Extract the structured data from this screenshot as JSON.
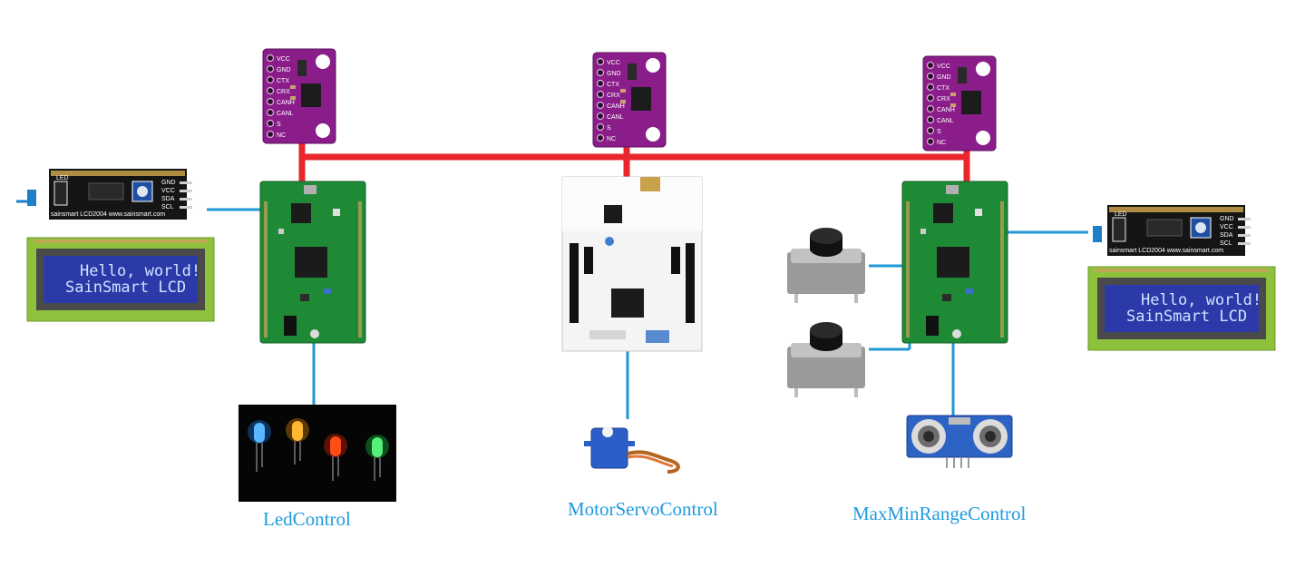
{
  "colors": {
    "can_bus": "#e8262b",
    "wire": "#1f9ad6",
    "caption": "#1e9be0",
    "transceiver": "#8a1d8a",
    "board": "#1f8a36",
    "lcd_screen": "#2b3aa8",
    "lcd_frame": "#8fc23c",
    "i2c_module": "#151515"
  },
  "transceiver": {
    "pins": [
      "VCC",
      "GND",
      "CTX",
      "CRX",
      "CANH",
      "CANL",
      "S",
      "NC"
    ]
  },
  "lcd": {
    "line1": "Hello, world!",
    "line2": "SainSmart LCD",
    "backpack_text": "sainsmart  LCD2004  www.sainsmart.com",
    "backpack_pins": [
      "GND",
      "VCC",
      "SDA",
      "SCL"
    ],
    "led_label": "LED"
  },
  "nodes": [
    {
      "caption": "LedControl"
    },
    {
      "caption": "MotorServoControl"
    },
    {
      "caption": "MaxMinRangeControl"
    }
  ],
  "icons": [
    "can-transceiver-icon",
    "discovery-board-icon",
    "nucleo-board-icon",
    "lcd-display-icon",
    "i2c-backpack-icon",
    "led-array-icon",
    "servo-motor-icon",
    "push-button-icon",
    "ultrasonic-sensor-icon"
  ]
}
